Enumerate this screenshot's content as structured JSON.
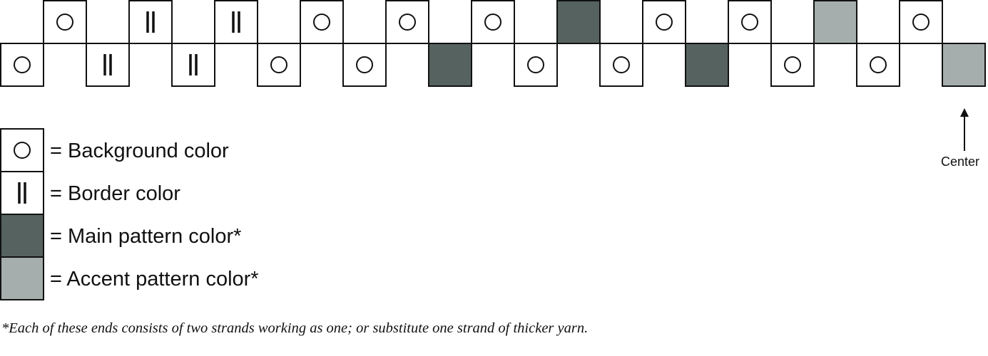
{
  "colors": {
    "main": "#56625f",
    "accent": "#a5aeac",
    "background": "#ffffff",
    "line": "#111111"
  },
  "threading": {
    "top_row": [
      "O",
      "B",
      "B",
      "O",
      "O",
      "O",
      "M",
      "O",
      "O",
      "A",
      "O"
    ],
    "bottom_row": [
      "O",
      "B",
      "B",
      "O",
      "O",
      "M",
      "O",
      "O",
      "M",
      "O",
      "O",
      "A"
    ]
  },
  "legend": [
    {
      "symbol": "O",
      "label": "= Background color"
    },
    {
      "symbol": "B",
      "label": "= Border color"
    },
    {
      "symbol": "M",
      "label": "= Main pattern color*"
    },
    {
      "symbol": "A",
      "label": "= Accent pattern color*"
    }
  ],
  "center_label": "Center",
  "footnote": "*Each of these ends consists of two strands working as one; or substitute one strand of thicker yarn."
}
